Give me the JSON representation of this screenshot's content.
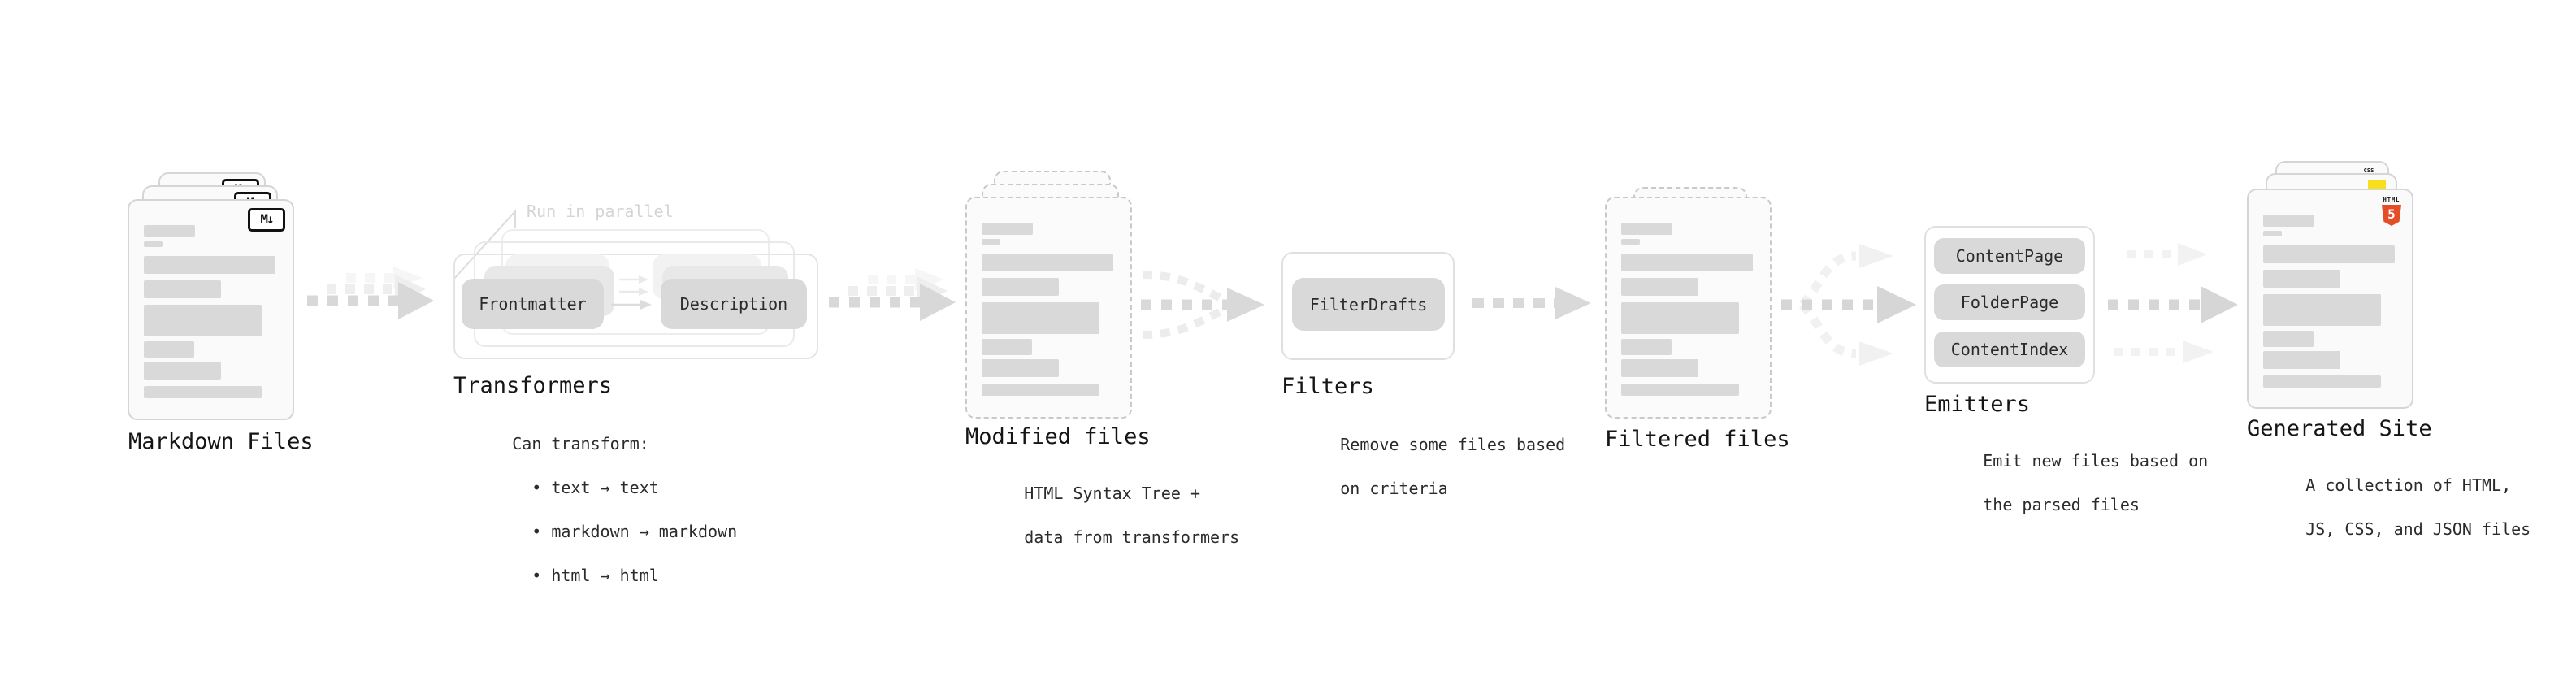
{
  "diagram": {
    "markdown_files": {
      "label": "Markdown Files",
      "badge": "M↓"
    },
    "transformers": {
      "annotation": "Run in parallel",
      "pill_frontmatter": "Frontmatter",
      "pill_description": "Description",
      "label": "Transformers",
      "desc_title": "Can transform:",
      "bullets": [
        "• text → text",
        "• markdown → markdown",
        "• html → html"
      ]
    },
    "modified_files": {
      "label": "Modified files",
      "desc": [
        "HTML Syntax Tree +",
        "data from transformers"
      ]
    },
    "filters": {
      "pill": "FilterDrafts",
      "label": "Filters",
      "desc": [
        "Remove some files based",
        "on criteria"
      ]
    },
    "filtered_files": {
      "label": "Filtered files"
    },
    "emitters": {
      "pills": [
        "ContentPage",
        "FolderPage",
        "ContentIndex"
      ],
      "label": "Emitters",
      "desc": [
        "Emit new files based on",
        "the parsed files"
      ]
    },
    "generated_site": {
      "label": "Generated Site",
      "desc": [
        "A collection of HTML,",
        "JS, CSS, and JSON files"
      ],
      "badge_css": "CSS",
      "badge_html_top": "HTML",
      "badge_html_number": "5"
    },
    "colors": {
      "html5_orange": "#e44d26",
      "js_yellow": "#f7df1e",
      "css_blue": "#2062af",
      "pill_gray": "#d9d9d9",
      "arrow_gray": "#d6d6d6",
      "ghost_gray": "#f1f1f1"
    }
  }
}
